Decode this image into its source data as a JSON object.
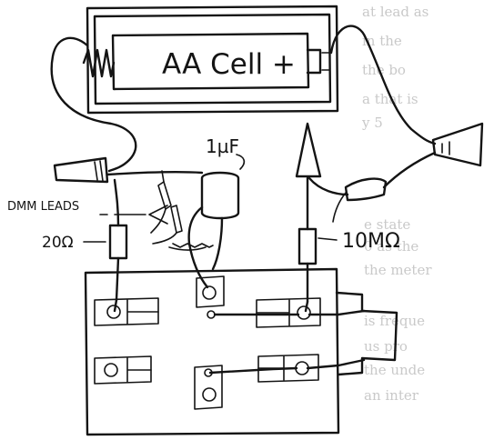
{
  "labels": {
    "battery": "AA Cell +",
    "capacitor": "1µF",
    "dmm_leads": "DMM LEADS",
    "resistor_small": "20Ω",
    "resistor_large": "10MΩ"
  },
  "colors": {
    "ink": "#141414",
    "paper": "#ffffff",
    "bleed_through": "#c9c9c9"
  }
}
